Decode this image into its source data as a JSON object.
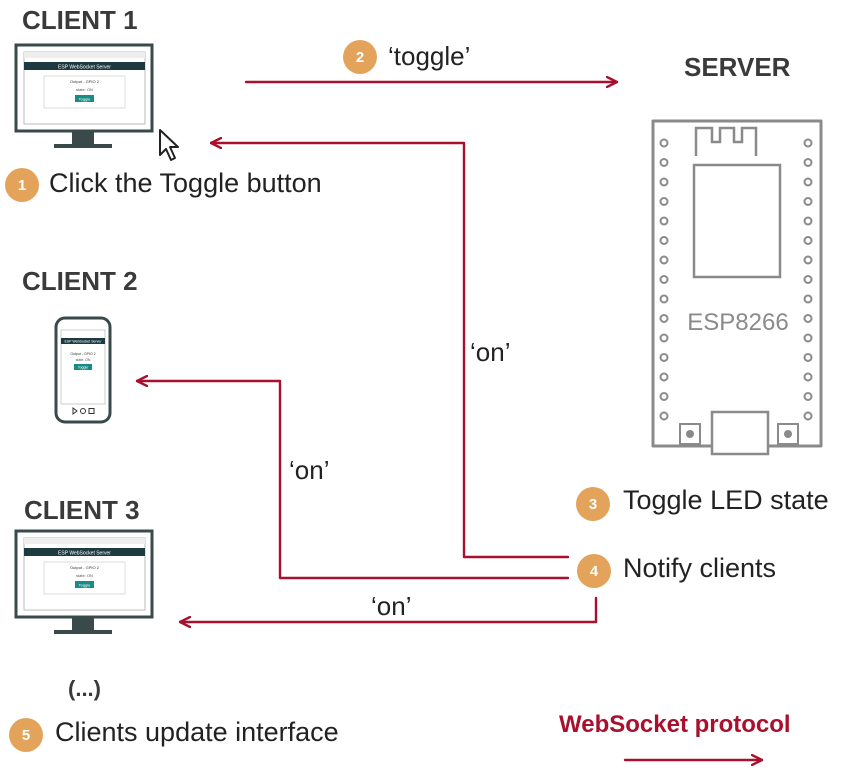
{
  "clients": [
    {
      "title": "CLIENT 1",
      "app_title": "ESP WebSocket Server",
      "output": "Output - GPIO 2",
      "state": "state: ON",
      "button": "Toggle"
    },
    {
      "title": "CLIENT 2",
      "app_title": "ESP WebSocket Server",
      "output": "Output - GPIO 2",
      "state": "state: ON",
      "button": "Toggle"
    },
    {
      "title": "CLIENT 3",
      "app_title": "ESP WebSocket Server",
      "output": "Output - GPIO 2",
      "state": "state: ON",
      "button": "Toggle"
    }
  ],
  "ellipsis": "(...)",
  "server": {
    "title": "SERVER",
    "board_label": "ESP8266"
  },
  "steps": [
    {
      "number": "1",
      "text": "Click the Toggle button"
    },
    {
      "number": "2",
      "text": "‘toggle’"
    },
    {
      "number": "3",
      "text": "Toggle LED state"
    },
    {
      "number": "4",
      "text": "Notify clients"
    },
    {
      "number": "5",
      "text": "Clients update interface"
    }
  ],
  "messages": {
    "to_client1": "‘on’",
    "to_client2": "‘on’",
    "to_client3": "‘on’"
  },
  "legend": {
    "title": "WebSocket protocol"
  },
  "colors": {
    "arrow": "#a8102e",
    "badge": "#e3a35a",
    "screen_header": "#1d3a40",
    "button": "#1a8c87",
    "board": "#8a8a8a"
  }
}
